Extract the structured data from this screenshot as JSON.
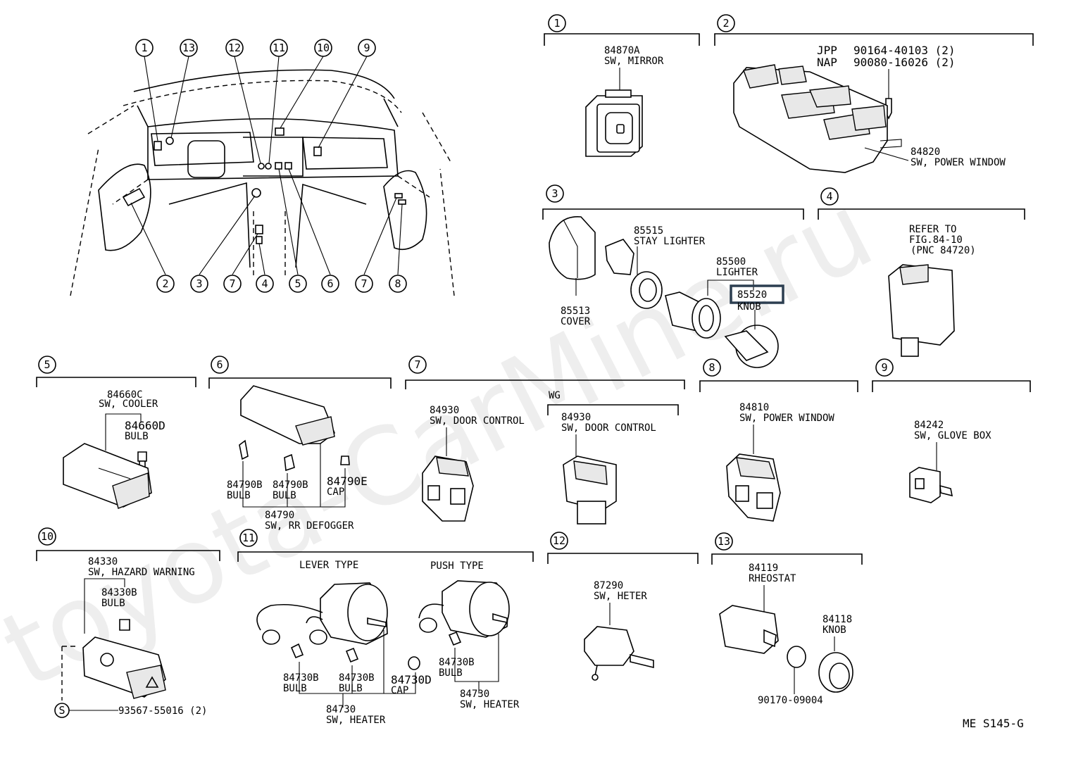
{
  "watermark": "toyota-CarMine.ru",
  "footer_code": "ME S145-G",
  "overview": {
    "callouts": [
      "1",
      "13",
      "12",
      "11",
      "10",
      "9",
      "2",
      "3",
      "7",
      "4",
      "5",
      "6",
      "7",
      "8"
    ]
  },
  "sections": {
    "s1": {
      "num": "1",
      "part": "84870A",
      "desc": "SW, MIRROR"
    },
    "s2": {
      "num": "2",
      "jpp_label": "JPP",
      "jpp_part": "90164-40103 (2)",
      "nap_label": "NAP",
      "nap_part": "90080-16026 (2)",
      "part": "84820",
      "desc": "SW, POWER WINDOW"
    },
    "s3": {
      "num": "3",
      "stay_part": "85515",
      "stay_desc": "STAY LIGHTER",
      "lighter_part": "85500",
      "lighter_desc": "LIGHTER",
      "knob_part": "85520",
      "knob_desc": "KNOB",
      "cover_part": "85513",
      "cover_desc": "COVER"
    },
    "s4": {
      "num": "4",
      "refer1": "REFER TO",
      "refer2": "FIG.84-10",
      "refer3": "(PNC 84720)"
    },
    "s5": {
      "num": "5",
      "part": "84660C",
      "desc": "SW, COOLER",
      "bulb_part": "84660D",
      "bulb_desc": "BULB"
    },
    "s6": {
      "num": "6",
      "bulb1_part": "84790B",
      "bulb1_desc": "BULB",
      "bulb2_part": "84790B",
      "bulb2_desc": "BULB",
      "cap_part": "84790E",
      "cap_desc": "CAP",
      "part": "84790",
      "desc": "SW, RR DEFOGGER"
    },
    "s7": {
      "num": "7",
      "part": "84930",
      "desc": "SW, DOOR CONTROL",
      "wg_label": "WG",
      "wg_part": "84930",
      "wg_desc": "SW, DOOR CONTROL"
    },
    "s8": {
      "num": "8",
      "part": "84810",
      "desc": "SW, POWER WINDOW"
    },
    "s9": {
      "num": "9",
      "part": "84242",
      "desc": "SW, GLOVE BOX"
    },
    "s10": {
      "num": "10",
      "part": "84330",
      "desc": "SW, HAZARD WARNING",
      "bulb_part": "84330B",
      "bulb_desc": "BULB",
      "screw_symbol": "S",
      "screw_part": "93567-55016 (2)"
    },
    "s11": {
      "num": "11",
      "lever_type": "LEVER TYPE",
      "push_type": "PUSH TYPE",
      "bulb1_part": "84730B",
      "bulb1_desc": "BULB",
      "bulb2_part": "84730B",
      "bulb2_desc": "BULB",
      "cap_part": "84730D",
      "cap_desc": "CAP",
      "part": "84730",
      "desc": "SW, HEATER",
      "push_bulb_part": "84730B",
      "push_bulb_desc": "BULB",
      "push_part": "84730",
      "push_desc": "SW, HEATER"
    },
    "s12": {
      "num": "12",
      "part": "87290",
      "desc": "SW, HETER"
    },
    "s13": {
      "num": "13",
      "rheo_part": "84119",
      "rheo_desc": "RHEOSTAT",
      "knob_part": "84118",
      "knob_desc": "KNOB",
      "nut_part": "90170-09004"
    }
  }
}
